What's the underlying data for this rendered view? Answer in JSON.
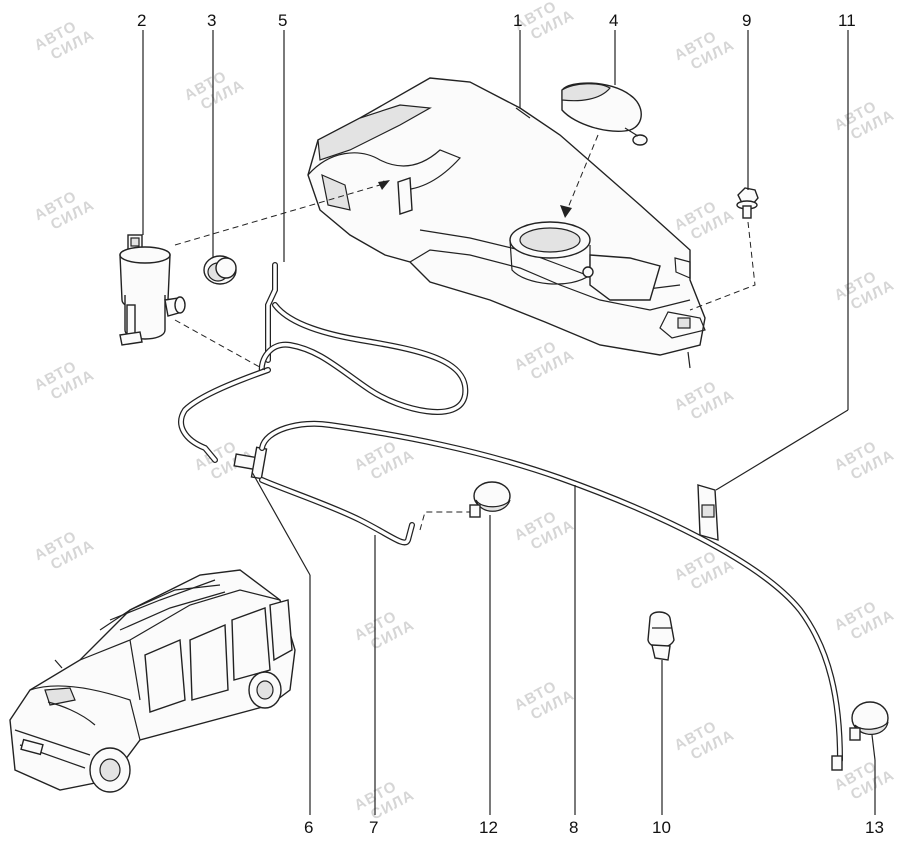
{
  "watermark": {
    "line1": "АВТО",
    "line2": "СИЛА"
  },
  "callouts": [
    "1",
    "2",
    "3",
    "4",
    "5",
    "6",
    "7",
    "8",
    "9",
    "10",
    "11",
    "12",
    "13"
  ],
  "icons": {
    "reservoir": "washer-reservoir-icon",
    "pump": "washer-pump-icon",
    "grommet": "grommet-icon",
    "cap": "reservoir-cap-icon",
    "bolt": "bolt-icon",
    "nozzle": "washer-nozzle-icon",
    "clip": "hose-clip-icon",
    "bracket": "bracket-icon",
    "vehicle": "vehicle-icon"
  }
}
